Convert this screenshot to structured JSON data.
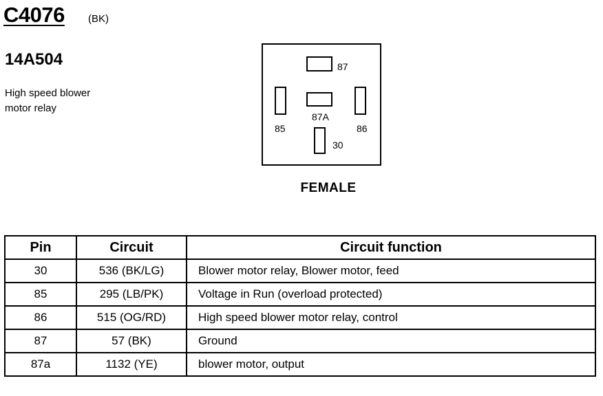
{
  "header": {
    "connector_id": "C4076",
    "connector_color": "(BK)",
    "part_number": "14A504",
    "description_line1": "High speed blower",
    "description_line2": "motor relay"
  },
  "diagram": {
    "face_label": "FEMALE",
    "pins": {
      "p87": "87",
      "p87a": "87A",
      "p85": "85",
      "p86": "86",
      "p30": "30"
    }
  },
  "table": {
    "headers": {
      "pin": "Pin",
      "circuit": "Circuit",
      "function": "Circuit function"
    },
    "rows": [
      {
        "pin": "30",
        "circuit": "536 (BK/LG)",
        "function": "Blower motor relay, Blower motor, feed"
      },
      {
        "pin": "85",
        "circuit": "295 (LB/PK)",
        "function": "Voltage in Run (overload protected)"
      },
      {
        "pin": "86",
        "circuit": "515 (OG/RD)",
        "function": "High speed blower motor relay, control"
      },
      {
        "pin": "87",
        "circuit": "57 (BK)",
        "function": "Ground"
      },
      {
        "pin": "87a",
        "circuit": "1132 (YE)",
        "function": "blower motor, output"
      }
    ]
  }
}
